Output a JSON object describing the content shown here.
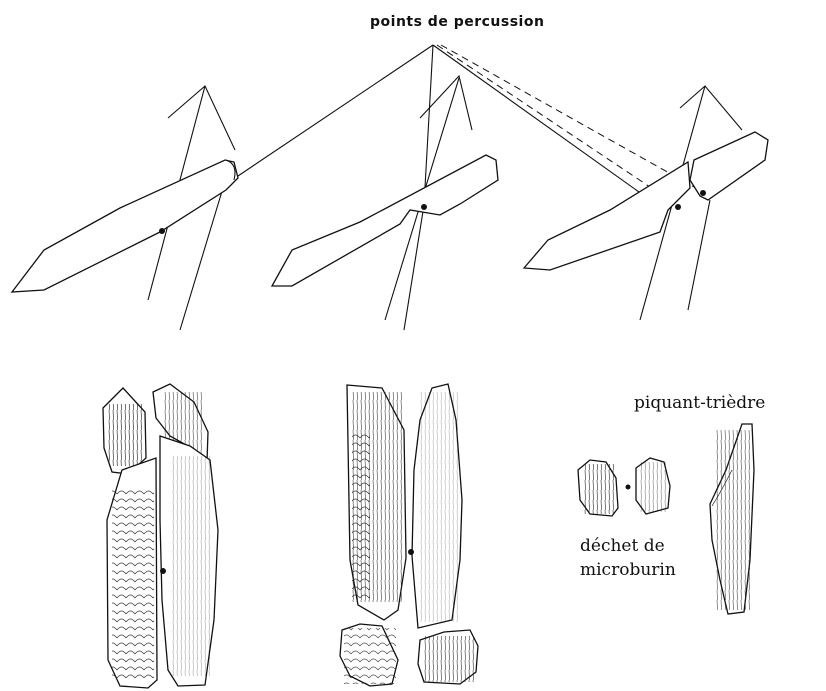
{
  "labels": {
    "percussion": "points de percussion",
    "piquant": "piquant-trièdre",
    "dechet_line1": "déchet de",
    "dechet_line2": "microburin"
  }
}
